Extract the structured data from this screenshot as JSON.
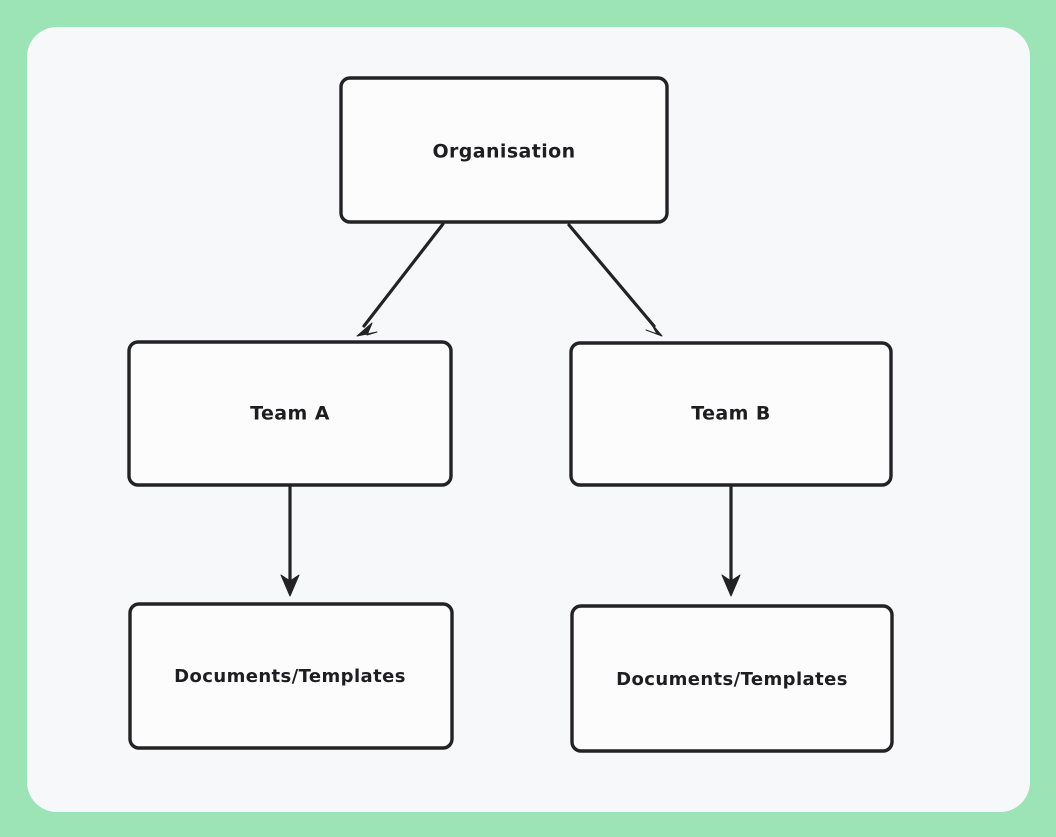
{
  "canvas": {
    "background_color": "#9ce4b5",
    "surface_color": "#f7f8fa",
    "stroke_color": "#232326",
    "node_fill_color": "#fcfcfd",
    "text_color": "#1e1e20"
  },
  "diagram": {
    "type": "org-chart-flowchart",
    "nodes": [
      {
        "id": "organisation",
        "label": "Organisation"
      },
      {
        "id": "team-a",
        "label": "Team A"
      },
      {
        "id": "team-b",
        "label": "Team B"
      },
      {
        "id": "docs-a",
        "label": "Documents/Templates"
      },
      {
        "id": "docs-b",
        "label": "Documents/Templates"
      }
    ],
    "edges": [
      {
        "from": "organisation",
        "to": "team-a",
        "style": "arrow-diagonal"
      },
      {
        "from": "organisation",
        "to": "team-b",
        "style": "arrow-diagonal"
      },
      {
        "from": "team-a",
        "to": "docs-a",
        "style": "arrow-vertical"
      },
      {
        "from": "team-b",
        "to": "docs-b",
        "style": "arrow-vertical"
      }
    ]
  }
}
